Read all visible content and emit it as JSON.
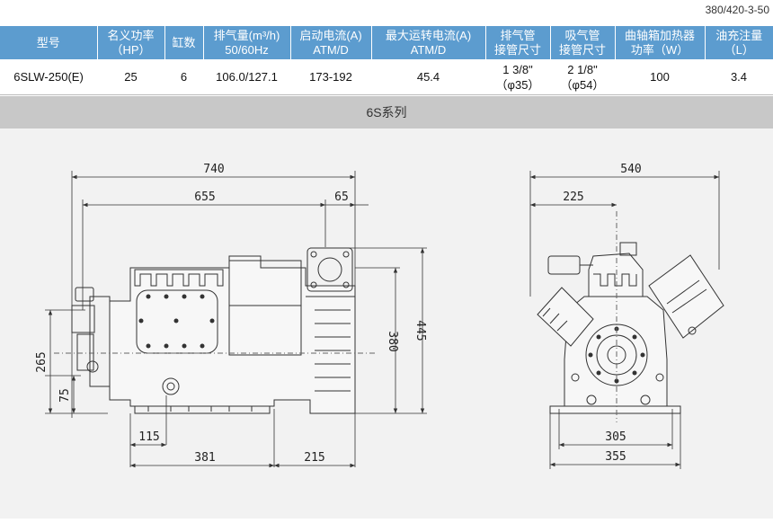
{
  "voltage_code": "380/420-3-50",
  "table": {
    "headers": [
      [
        "型号"
      ],
      [
        "名义功率",
        "（HP）"
      ],
      [
        "缸数"
      ],
      [
        "排气量(m³/h)",
        "50/60Hz"
      ],
      [
        "启动电流(A)",
        "ATM/D"
      ],
      [
        "最大运转电流(A)",
        "ATM/D"
      ],
      [
        "排气管",
        "接管尺寸"
      ],
      [
        "吸气管",
        "接管尺寸"
      ],
      [
        "曲轴箱加热器",
        "功率（W）"
      ],
      [
        "油充注量",
        "（L）"
      ]
    ],
    "row": [
      [
        "6SLW-250(E)"
      ],
      [
        "25"
      ],
      [
        "6"
      ],
      [
        "106.0/127.1"
      ],
      [
        "173-192"
      ],
      [
        "45.4"
      ],
      [
        "1 3/8\"",
        "（φ35）"
      ],
      [
        "2 1/8\"",
        "（φ54）"
      ],
      [
        "100"
      ],
      [
        "3.4"
      ]
    ]
  },
  "series_title": "6S系列",
  "dimensions": {
    "side": {
      "overall_length": "740",
      "length_655": "655",
      "length_65": "65",
      "height_445": "445",
      "height_380": "380",
      "height_265": "265",
      "height_75": "75",
      "base_115": "115",
      "base_381": "381",
      "base_215": "215"
    },
    "front": {
      "overall_width": "540",
      "width_225": "225",
      "base_305": "305",
      "base_355": "355"
    }
  }
}
